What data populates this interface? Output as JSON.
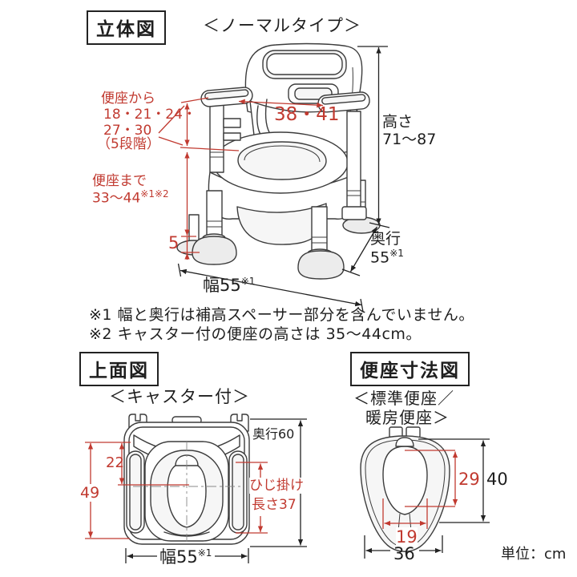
{
  "colors": {
    "red": "#c13a30",
    "ink": "#1e1e1e",
    "line": "#3c3c3c"
  },
  "solid_view": {
    "title": "立体図",
    "subtitle": "＜ノーマルタイプ＞",
    "seat_from_label": "便座から",
    "seat_from_line1": "18・21・24・",
    "seat_from_line2": "27・30",
    "seat_from_line3": "（5段階）",
    "seat_width": "38・41",
    "height_label": "高さ",
    "height_value": "71〜87",
    "seat_to_label": "便座まで",
    "seat_to_value": "33〜44",
    "seat_to_ref": "※1※2",
    "spacer": "5",
    "width_value": "幅55",
    "width_ref": "※1",
    "depth_label": "奥行",
    "depth_value": "55",
    "depth_ref": "※1"
  },
  "notes": {
    "note1": "※1 幅と奥行は補高スペーサー部分を含んでいません。",
    "note2": "※2 キャスター付の便座の高さは 35〜44cm。"
  },
  "top_view": {
    "title": "上面図",
    "subtitle": "＜キャスター付＞",
    "depth": "奥行60",
    "dim_22": "22",
    "dim_49": "49",
    "armrest_line1": "ひじ掛け",
    "armrest_line2": "長さ37",
    "width_value": "幅55",
    "width_ref": "※1"
  },
  "seat_view": {
    "title": "便座寸法図",
    "subtitle_line1": "＜標準便座／",
    "subtitle_line2": "暖房便座＞",
    "dim_29": "29",
    "dim_40": "40",
    "dim_19": "19",
    "dim_36": "36",
    "unit": "単位：cm"
  }
}
